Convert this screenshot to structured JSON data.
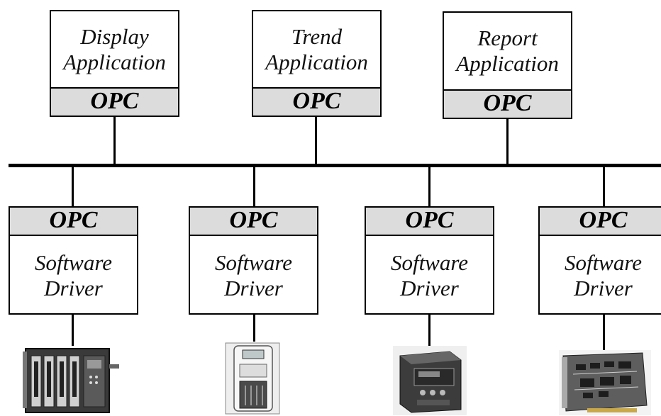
{
  "applications": [
    {
      "label": "Display\nApplication",
      "opc": "OPC"
    },
    {
      "label": "Trend\nApplication",
      "opc": "OPC"
    },
    {
      "label": "Report\nApplication",
      "opc": "OPC"
    }
  ],
  "drivers": [
    {
      "label": "Software\nDriver",
      "opc": "OPC",
      "device": "plc-rack-device"
    },
    {
      "label": "Software\nDriver",
      "opc": "OPC",
      "device": "energy-meter-device"
    },
    {
      "label": "Software\nDriver",
      "opc": "OPC",
      "device": "relay-unit-device"
    },
    {
      "label": "Software\nDriver",
      "opc": "OPC",
      "device": "io-card-device"
    }
  ],
  "colors": {
    "opc_band": "#dcdcdc",
    "line": "#000000"
  }
}
